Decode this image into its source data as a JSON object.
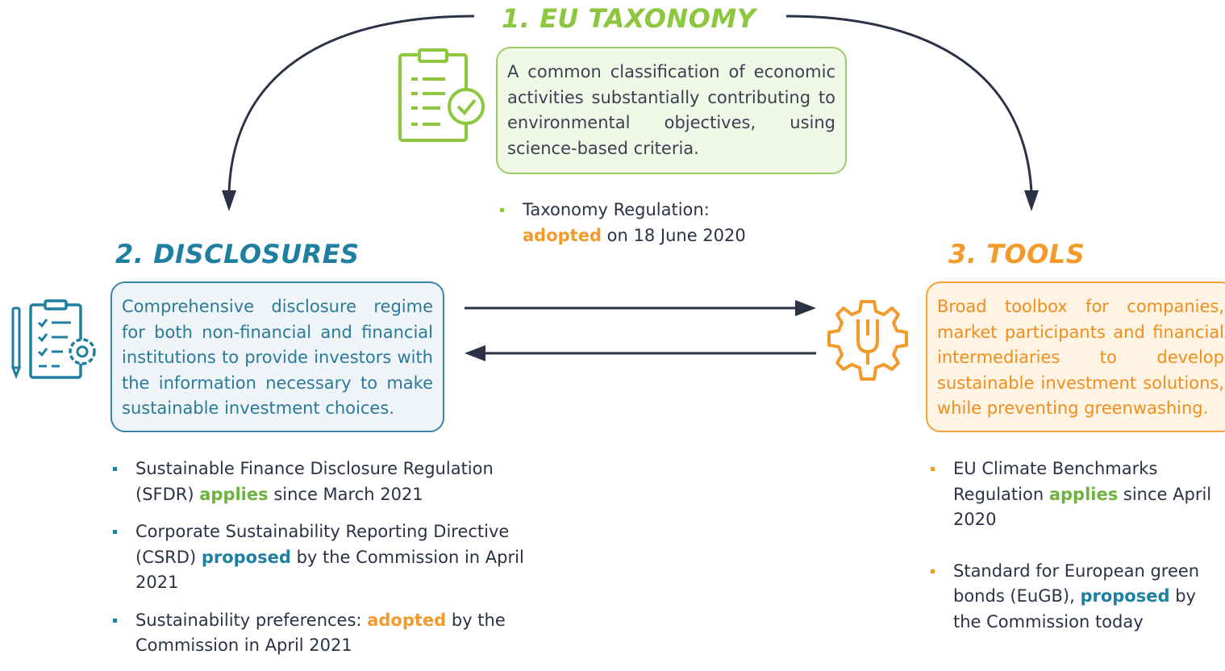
{
  "taxonomy": {
    "heading": "1. EU TAXONOMY",
    "description": "A common classification of economic activities substantially contributing to environmental objectives, using science-based criteria.",
    "bullet_text": "Taxonomy Regulation:",
    "bullet_status": "adopted",
    "bullet_rest": "on 18 June 2020",
    "icon": "clipboard-check-icon"
  },
  "disclosures": {
    "heading": "2. DISCLOSURES",
    "description": "Comprehensive disclosure regime for both non-financial and financial institutions to provide investors with the information necessary to make sustainable investment choices.",
    "icon": "clipboard-settings-icon",
    "bullets": [
      {
        "pre": "Sustainable Finance Disclosure Regulation (SFDR)",
        "status": "applies",
        "post": "since March 2021"
      },
      {
        "pre": "Corporate Sustainability Reporting Directive (CSRD)",
        "status": "proposed",
        "post": "by the Commission in April 2021"
      },
      {
        "pre": "Sustainability preferences:",
        "status": "adopted",
        "post": "by the Commission in April 2021"
      }
    ]
  },
  "tools": {
    "heading": "3. TOOLS",
    "description": "Broad toolbox for companies, market participants and financial intermediaries to develop sustainable investment solutions, while preventing greenwashing.",
    "icon": "wrench-gear-icon",
    "bullets": [
      {
        "pre": "EU Climate Benchmarks Regulation",
        "status": "applies",
        "post": "since April 2020"
      },
      {
        "pre": "Standard for European green bonds (EuGB),",
        "status": "proposed",
        "post": "by the Commission today"
      }
    ]
  },
  "colors": {
    "green": "#8dc63f",
    "blue": "#1f7fa1",
    "orange": "#f39b2a",
    "arrow": "#2b3245"
  }
}
